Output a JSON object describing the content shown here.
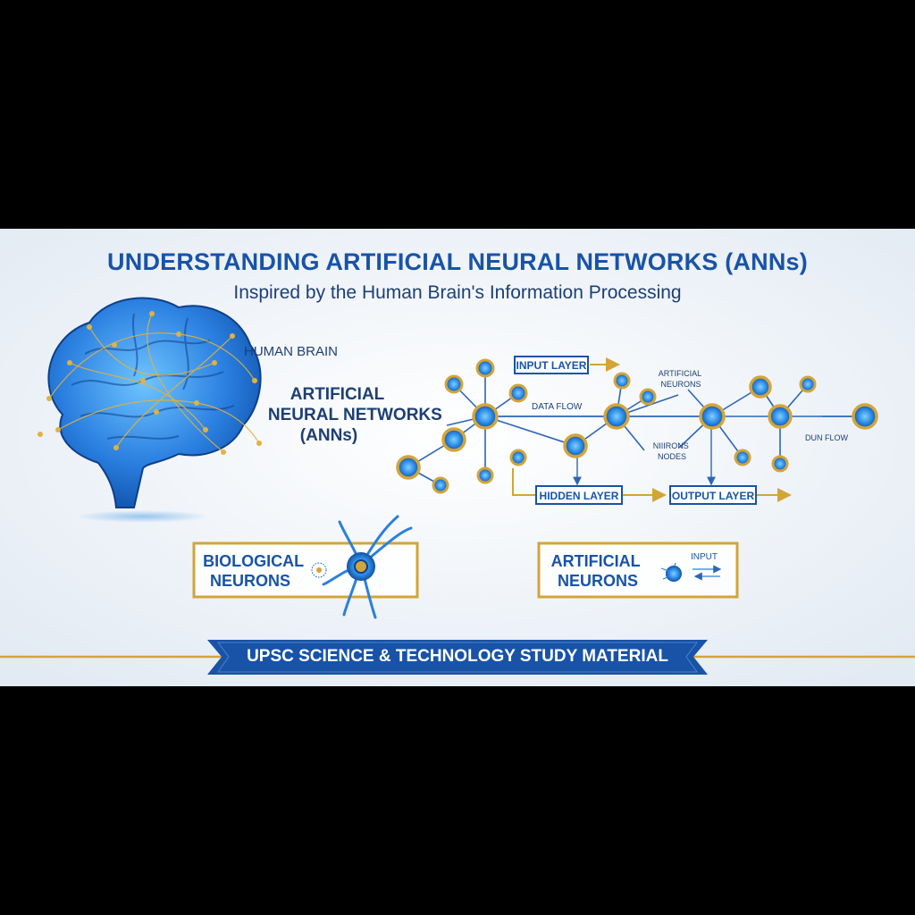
{
  "header": {
    "title": "UNDERSTANDING ARTIFICIAL NEURAL NETWORKS (ANNs)",
    "subtitle": "Inspired by the Human Brain's Information Processing"
  },
  "brain": {
    "label": "HUMAN BRAIN",
    "ann_lines": [
      "ARTIFICIAL",
      "NEURAL NETWORKS",
      "(ANNs)"
    ]
  },
  "network": {
    "input_layer": "INPUT LAYER",
    "hidden_layer": "HIDDEN LAYER",
    "output_layer": "OUTPUT LAYER",
    "data_flow": "DATA FLOW",
    "artificial_neurons_lines": [
      "ARTIFICIAL",
      "NEURONS"
    ],
    "nodes_lines": [
      "NIIIRONS",
      "NODES"
    ],
    "dun_flow": "DUN FLOW"
  },
  "cards": {
    "biological": [
      "BIOLOGICAL",
      "NEURONS"
    ],
    "artificial": [
      "ARTIFICIAL",
      "NEURONS"
    ],
    "input_label": "INPUT"
  },
  "footer": {
    "banner": "UPSC SCIENCE & TECHNOLOGY STUDY MATERIAL"
  },
  "colors": {
    "primary_blue": "#1853a8",
    "gold": "#d2a539",
    "background": "#eef3f8"
  }
}
